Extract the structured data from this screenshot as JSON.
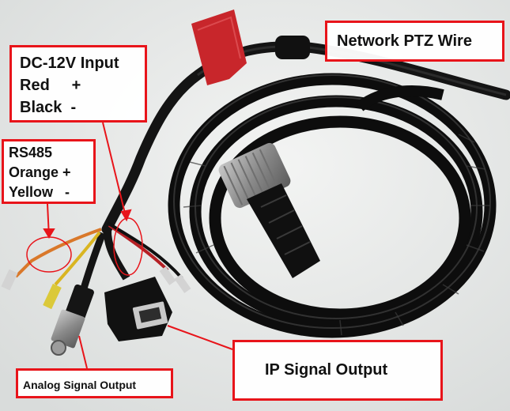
{
  "labels": {
    "network_ptz": "Network PTZ Wire",
    "dc_input": {
      "title": "DC-12V Input",
      "red": "Red     +",
      "black": "Black  -"
    },
    "rs485": {
      "title": "RS485",
      "orange": "Orange +",
      "yellow": "Yellow   -"
    },
    "ip_output": "IP Signal Output",
    "analog_output": "Analog Signal Output"
  },
  "colors": {
    "annotation": "#e8141a",
    "cable": "#141414",
    "background": "#eceeed"
  }
}
